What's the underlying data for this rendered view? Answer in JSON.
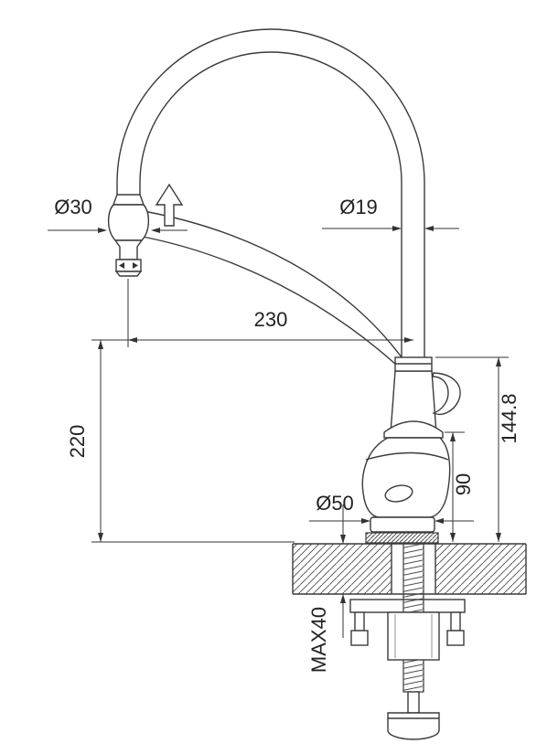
{
  "drawing": {
    "labels": {
      "spray_head_diameter": "Ø30",
      "hose_pipe_diameter": "Ø19",
      "spout_reach": "230",
      "spout_height": "220",
      "body_height": "144.8",
      "swivel_height": "90",
      "base_diameter": "Ø50",
      "max_counter_thickness": "MAX40"
    },
    "colors": {
      "line": "#3a3a3a",
      "dimension": "#333333",
      "background": "#ffffff"
    }
  }
}
